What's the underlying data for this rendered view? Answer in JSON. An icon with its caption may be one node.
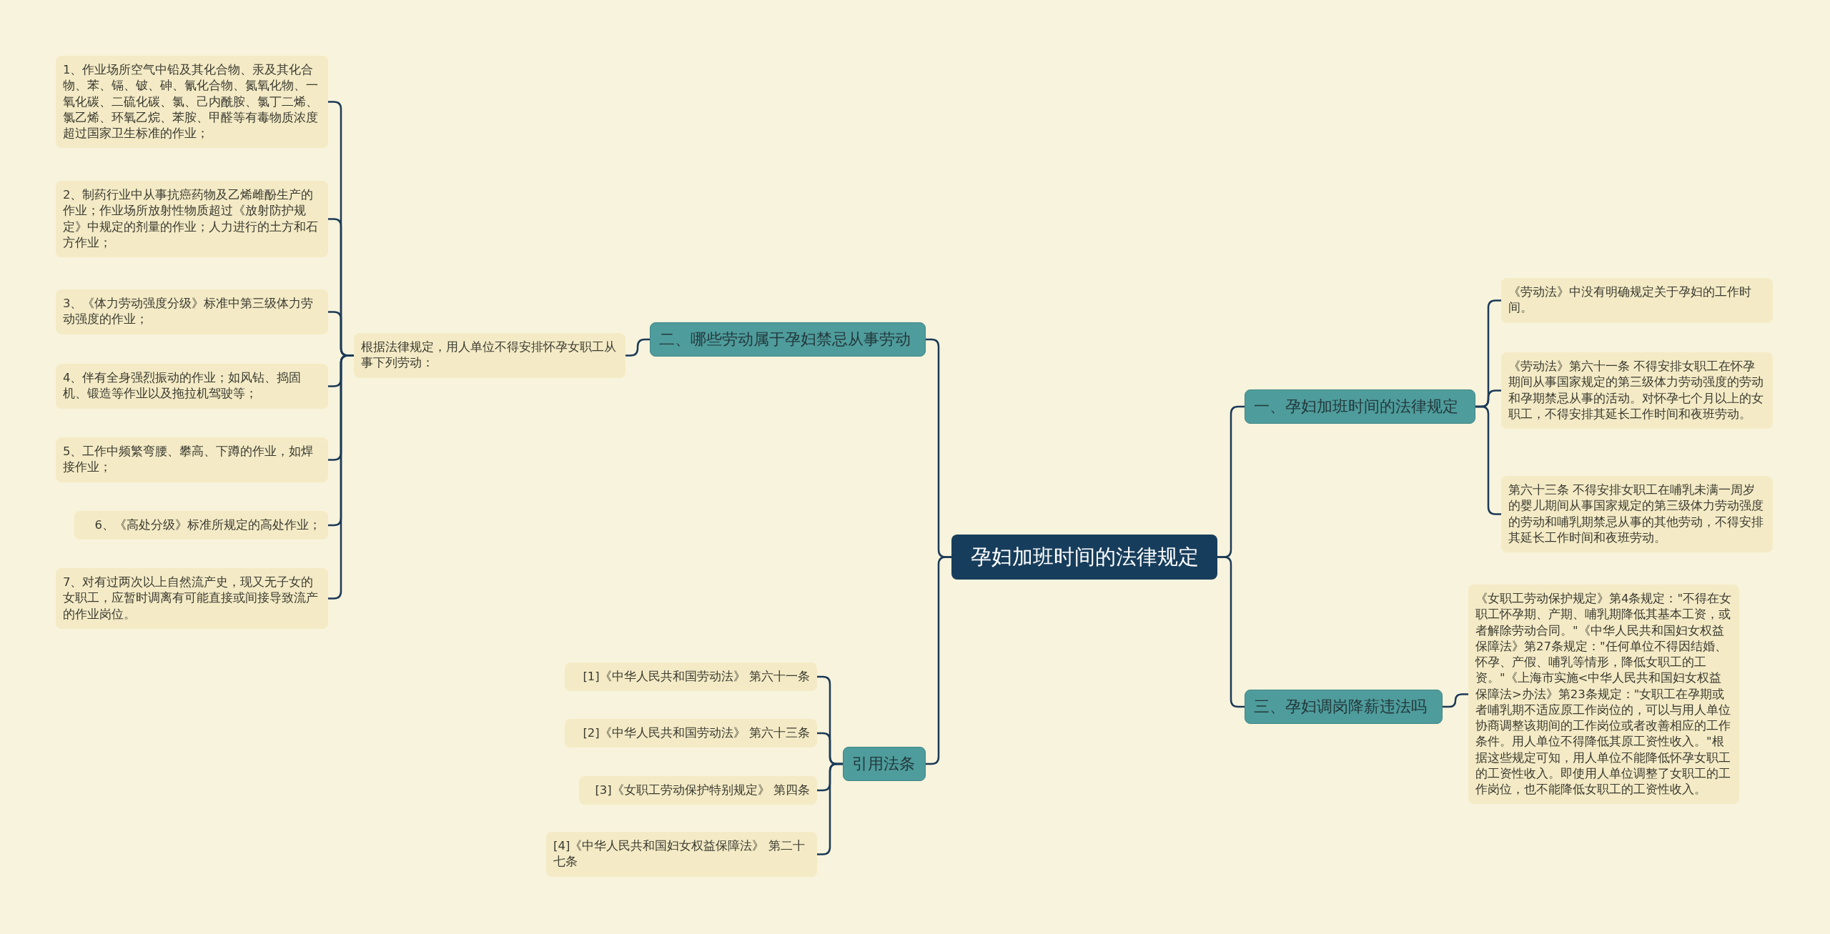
{
  "diagram": {
    "nodes": [
      {
        "text": [
          "孕妇加班时间的法律规定"
        ]
      },
      {
        "text": [
          "二、哪些劳动属于孕妇禁忌从事劳动"
        ]
      },
      {
        "text": [
          "根据法律规定，用人单位不得安排怀孕女职工从事下列劳动："
        ]
      },
      {
        "text": [
          "1、作业场所空气中铅及其化合物、汞及其化合物、苯、镉、铍、砷、氰化合物、氮氧化物、一氧化碳、二硫化碳、氯、己内酰胺、氯丁二烯、氯乙烯、环氧乙烷、苯胺、甲醛等有毒物质浓度超过国家卫生标准的作业；"
        ]
      },
      {
        "text": [
          "2、制药行业中从事抗癌药物及乙烯雌酚生产的作业；作业场所放射性物质超过《放射防护规定》中规定的剂量的作业；人力进行的土方和石方作业；"
        ]
      },
      {
        "text": [
          "3、《体力劳动强度分级》标准中第三级体力劳动强度的作业；"
        ]
      },
      {
        "text": [
          "4、伴有全身强烈振动的作业；如风钻、捣固机、锻造等作业以及拖拉机驾驶等；"
        ]
      },
      {
        "text": [
          "5、工作中频繁弯腰、攀高、下蹲的作业，如焊接作业；"
        ]
      },
      {
        "text": [
          "6、《高处分级》标准所规定的高处作业；"
        ]
      },
      {
        "text": [
          "7、对有过两次以上自然流产史，现又无子女的女职工，应暂时调离有可能直接或间接导致流产的作业岗位。"
        ]
      },
      {
        "text": [
          "引用法条"
        ]
      },
      {
        "text": [
          "[1]《中华人民共和国劳动法》 第六十一条"
        ]
      },
      {
        "text": [
          "[2]《中华人民共和国劳动法》 第六十三条"
        ]
      },
      {
        "text": [
          "[3]《女职工劳动保护特别规定》 第四条"
        ]
      },
      {
        "text": [
          "[4]《中华人民共和国妇女权益保障法》 第二十七条"
        ]
      },
      {
        "text": [
          "一、孕妇加班时间的法律规定"
        ]
      },
      {
        "text": [
          "《劳动法》中没有明确规定关于孕妇的工作时间。"
        ]
      },
      {
        "text": [
          "《劳动法》第六十一条 不得安排女职工在怀孕期间从事国家规定的第三级体力劳动强度的劳动和孕期禁忌从事的活动。对怀孕七个月以上的女职工，不得安排其延长工作时间和夜班劳动。"
        ]
      },
      {
        "text": [
          "第六十三条 不得安排女职工在哺乳未满一周岁的婴儿期间从事国家规定的第三级体力劳动强度的劳动和哺乳期禁忌从事的其他劳动，不得安排其延长工作时间和夜班劳动。"
        ]
      },
      {
        "text": [
          "三、孕妇调岗降薪违法吗"
        ]
      },
      {
        "text": [
          "《女职工劳动保护规定》第4条规定：\"不得在女职工怀孕期、产期、哺乳期降低其基本工资，或者解除劳动合同。\"《中华人民共和国妇女权益保障法》第27条规定：\"任何单位不得因结婚、怀孕、产假、哺乳等情形，降低女职工的工资。\"《上海市实施<中华人民共和国妇女权益保障法>办法》第23条规定：\"女职工在孕期或者哺乳期不适应原工作岗位的，可以与用人单位协商调整该期间的工作岗位或者改善相应的工作条件。用人单位不得降低其原工资性收入。\"根据这些规定可知，用人单位不能降低怀孕女职工的工资性收入。即使用人单位调整了女职工的工作岗位，也不能降低女职工的工资性收入。"
        ]
      }
    ],
    "edges": [
      {
        "from": 0,
        "to": 1,
        "arrow": "none"
      },
      {
        "from": 0,
        "to": 10,
        "arrow": "none"
      },
      {
        "from": 0,
        "to": 15,
        "arrow": "none"
      },
      {
        "from": 0,
        "to": 19,
        "arrow": "none"
      },
      {
        "from": 1,
        "to": 2,
        "arrow": "none"
      },
      {
        "from": 2,
        "to": 3,
        "arrow": "none"
      },
      {
        "from": 2,
        "to": 4,
        "arrow": "none"
      },
      {
        "from": 2,
        "to": 5,
        "arrow": "none"
      },
      {
        "from": 2,
        "to": 6,
        "arrow": "none"
      },
      {
        "from": 2,
        "to": 7,
        "arrow": "none"
      },
      {
        "from": 2,
        "to": 8,
        "arrow": "none"
      },
      {
        "from": 2,
        "to": 9,
        "arrow": "none"
      },
      {
        "from": 10,
        "to": 11,
        "arrow": "none"
      },
      {
        "from": 10,
        "to": 12,
        "arrow": "none"
      },
      {
        "from": 10,
        "to": 13,
        "arrow": "none"
      },
      {
        "from": 10,
        "to": 14,
        "arrow": "none"
      },
      {
        "from": 15,
        "to": 16,
        "arrow": "none"
      },
      {
        "from": 15,
        "to": 17,
        "arrow": "none"
      },
      {
        "from": 15,
        "to": 18,
        "arrow": "none"
      },
      {
        "from": 19,
        "to": 20,
        "arrow": "none"
      }
    ]
  }
}
